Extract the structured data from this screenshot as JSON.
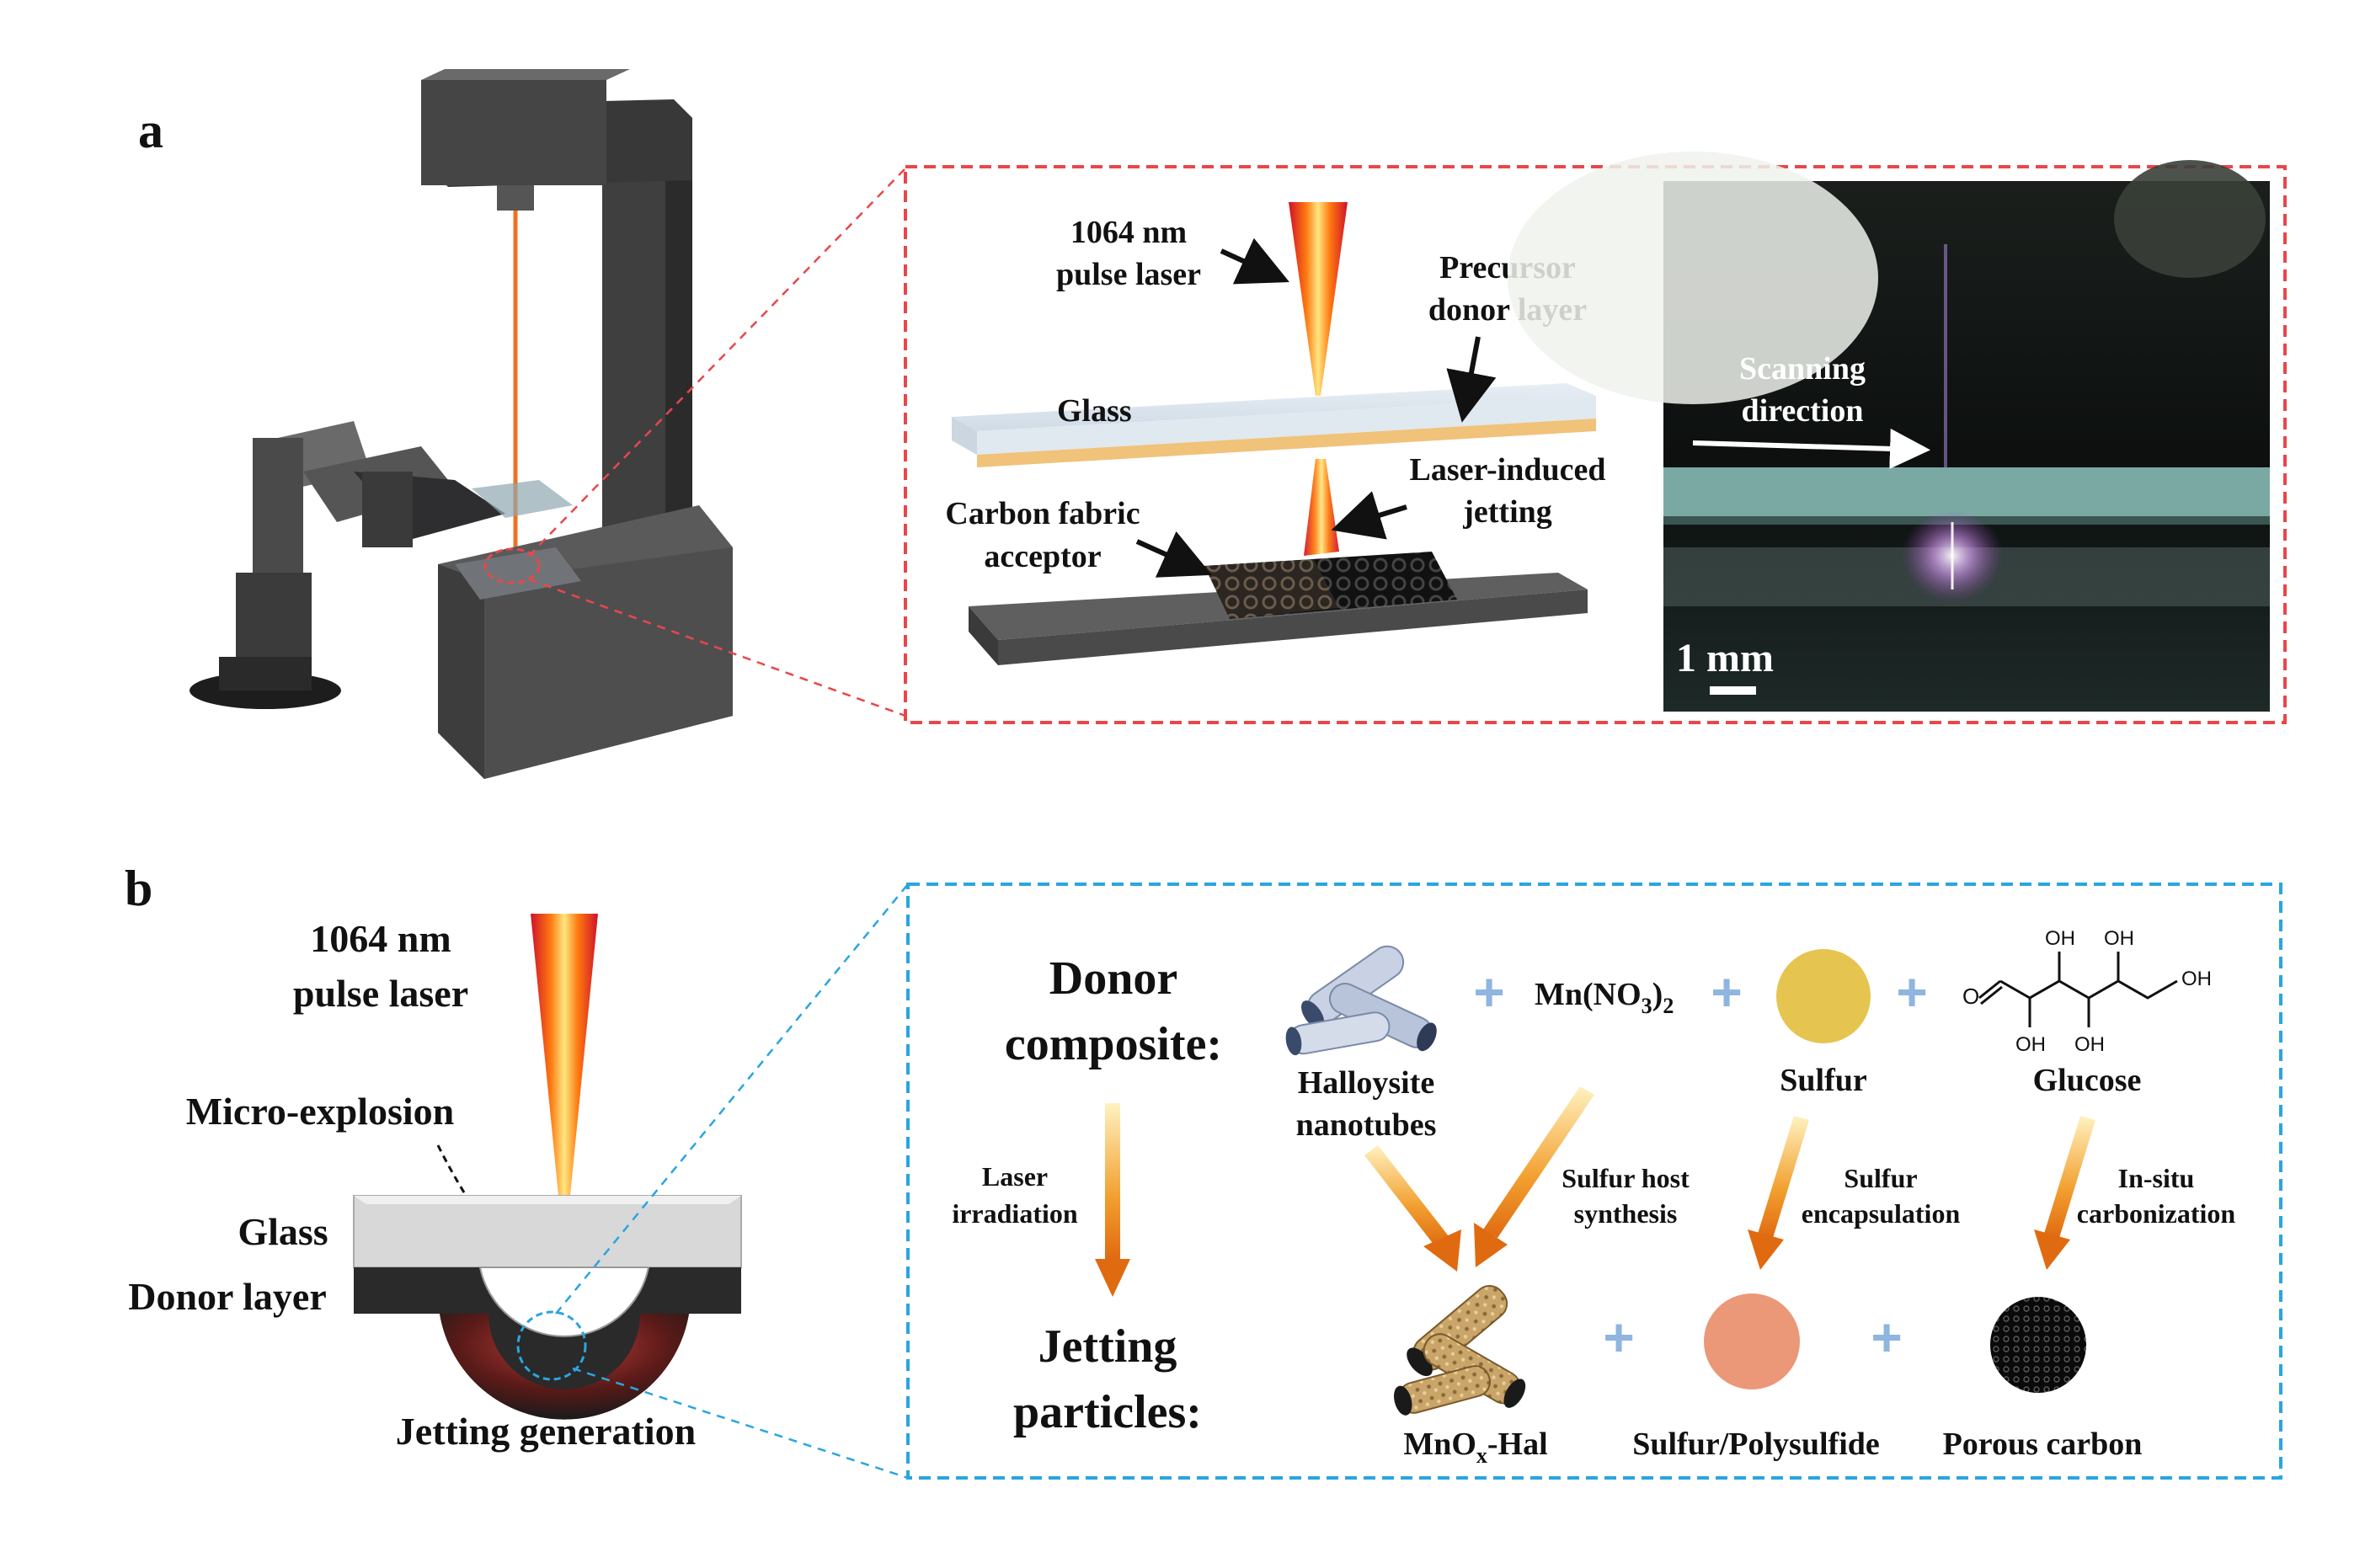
{
  "panel_a": {
    "label": "a",
    "schematic": {
      "laser": [
        "1064 nm",
        "pulse laser"
      ],
      "precursor": [
        "Precursor",
        "donor layer"
      ],
      "glass": "Glass",
      "jetting": [
        "Laser-induced",
        "jetting"
      ],
      "acceptor": [
        "Carbon fabric",
        "acceptor"
      ]
    },
    "photo": {
      "scanning": [
        "Scanning",
        "direction"
      ],
      "scale": "1 mm"
    }
  },
  "panel_b": {
    "label": "b",
    "laser": [
      "1064 nm",
      "pulse laser"
    ],
    "micro_explosion": "Micro-explosion",
    "glass": "Glass",
    "donor_layer": "Donor layer",
    "jetting_generation": "Jetting generation",
    "donor_composite": [
      "Donor",
      "composite:"
    ],
    "jetting_particles": [
      "Jetting",
      "particles:"
    ],
    "laser_irradiation": [
      "Laser",
      "irradiation"
    ],
    "plus": "+",
    "halloysite": [
      "Halloysite",
      "nanotubes"
    ],
    "mn_nitrate": {
      "main": "Mn(NO",
      "sub1": "3",
      "close": ")",
      "sub2": "2"
    },
    "sulfur": "Sulfur",
    "glucose": "Glucose",
    "glucose_atoms": {
      "oh": "OH",
      "o": "O"
    },
    "sulfur_host": [
      "Sulfur host",
      "synthesis"
    ],
    "sulfur_encap": [
      "Sulfur",
      "encapsulation"
    ],
    "insitu": [
      "In-situ",
      "carbonization"
    ],
    "mnox_hal": {
      "main": "MnO",
      "sub": "x",
      "rest": "-Hal"
    },
    "polysulfide": "Sulfur/Polysulfide",
    "porous_carbon": "Porous carbon"
  },
  "colors": {
    "red_dashed_box": "#e8474a",
    "blue_dashed_box": "#2aa5e0",
    "plus_blue": "#8fb5e0",
    "arrow_orange": "#f08a20",
    "sulfur_yellow": "#e5c550",
    "polysulfide_pink": "#eb9878",
    "machine_gray": "#4a4a4a"
  }
}
